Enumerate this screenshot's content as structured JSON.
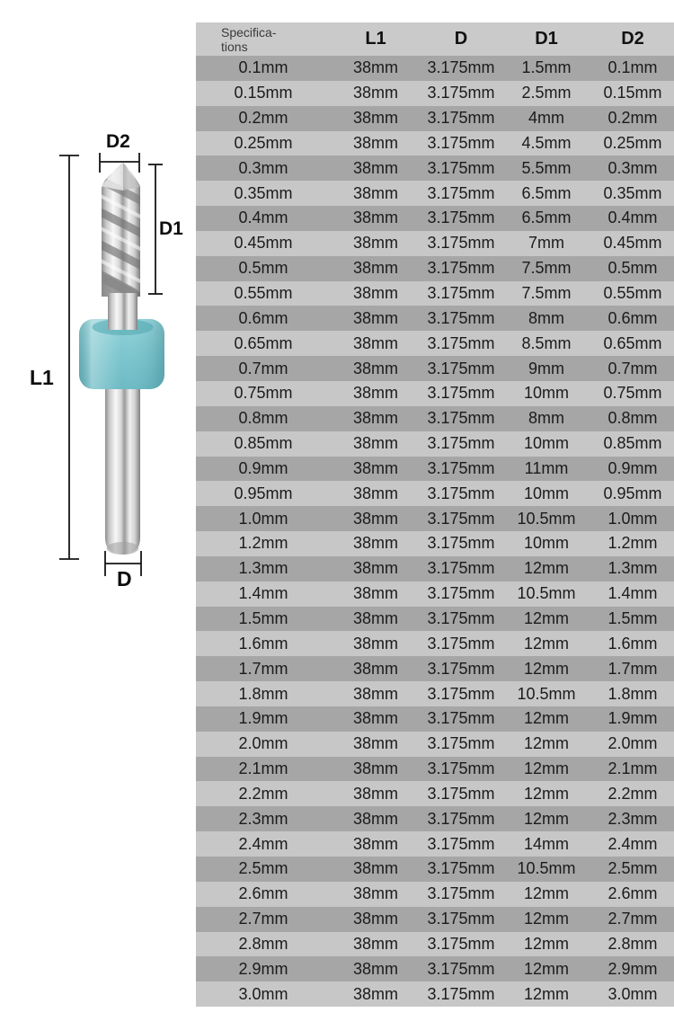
{
  "figure": {
    "labels": {
      "d2": "D2",
      "d1": "D1",
      "l1": "L1",
      "d": "D"
    },
    "ring_color": "#7cc4cd"
  },
  "table": {
    "header": {
      "spec_line1": "Specifica-",
      "spec_line2": "tions",
      "l1": "L1",
      "d": "D",
      "d1": "D1",
      "d2": "D2"
    },
    "colors": {
      "dark_row": "#a6a6a6",
      "light_row": "#c7c7c7",
      "header_bg": "#cacaca",
      "text": "#1b1b1b"
    },
    "rows": [
      {
        "spec": "0.1mm",
        "l1": "38mm",
        "d": "3.175mm",
        "d1": "1.5mm",
        "d2": "0.1mm"
      },
      {
        "spec": "0.15mm",
        "l1": "38mm",
        "d": "3.175mm",
        "d1": "2.5mm",
        "d2": "0.15mm"
      },
      {
        "spec": "0.2mm",
        "l1": "38mm",
        "d": "3.175mm",
        "d1": "4mm",
        "d2": "0.2mm"
      },
      {
        "spec": "0.25mm",
        "l1": "38mm",
        "d": "3.175mm",
        "d1": "4.5mm",
        "d2": "0.25mm"
      },
      {
        "spec": "0.3mm",
        "l1": "38mm",
        "d": "3.175mm",
        "d1": "5.5mm",
        "d2": "0.3mm"
      },
      {
        "spec": "0.35mm",
        "l1": "38mm",
        "d": "3.175mm",
        "d1": "6.5mm",
        "d2": "0.35mm"
      },
      {
        "spec": "0.4mm",
        "l1": "38mm",
        "d": "3.175mm",
        "d1": "6.5mm",
        "d2": "0.4mm"
      },
      {
        "spec": "0.45mm",
        "l1": "38mm",
        "d": "3.175mm",
        "d1": "7mm",
        "d2": "0.45mm"
      },
      {
        "spec": "0.5mm",
        "l1": "38mm",
        "d": "3.175mm",
        "d1": "7.5mm",
        "d2": "0.5mm"
      },
      {
        "spec": "0.55mm",
        "l1": "38mm",
        "d": "3.175mm",
        "d1": "7.5mm",
        "d2": "0.55mm"
      },
      {
        "spec": "0.6mm",
        "l1": "38mm",
        "d": "3.175mm",
        "d1": "8mm",
        "d2": "0.6mm"
      },
      {
        "spec": "0.65mm",
        "l1": "38mm",
        "d": "3.175mm",
        "d1": "8.5mm",
        "d2": "0.65mm"
      },
      {
        "spec": "0.7mm",
        "l1": "38mm",
        "d": "3.175mm",
        "d1": "9mm",
        "d2": "0.7mm"
      },
      {
        "spec": "0.75mm",
        "l1": "38mm",
        "d": "3.175mm",
        "d1": "10mm",
        "d2": "0.75mm"
      },
      {
        "spec": "0.8mm",
        "l1": "38mm",
        "d": "3.175mm",
        "d1": "8mm",
        "d2": "0.8mm"
      },
      {
        "spec": "0.85mm",
        "l1": "38mm",
        "d": "3.175mm",
        "d1": "10mm",
        "d2": "0.85mm"
      },
      {
        "spec": "0.9mm",
        "l1": "38mm",
        "d": "3.175mm",
        "d1": "11mm",
        "d2": "0.9mm"
      },
      {
        "spec": "0.95mm",
        "l1": "38mm",
        "d": "3.175mm",
        "d1": "10mm",
        "d2": "0.95mm"
      },
      {
        "spec": "1.0mm",
        "l1": "38mm",
        "d": "3.175mm",
        "d1": "10.5mm",
        "d2": "1.0mm"
      },
      {
        "spec": "1.2mm",
        "l1": "38mm",
        "d": "3.175mm",
        "d1": "10mm",
        "d2": "1.2mm"
      },
      {
        "spec": "1.3mm",
        "l1": "38mm",
        "d": "3.175mm",
        "d1": "12mm",
        "d2": "1.3mm"
      },
      {
        "spec": "1.4mm",
        "l1": "38mm",
        "d": "3.175mm",
        "d1": "10.5mm",
        "d2": "1.4mm"
      },
      {
        "spec": "1.5mm",
        "l1": "38mm",
        "d": "3.175mm",
        "d1": "12mm",
        "d2": "1.5mm"
      },
      {
        "spec": "1.6mm",
        "l1": "38mm",
        "d": "3.175mm",
        "d1": "12mm",
        "d2": "1.6mm"
      },
      {
        "spec": "1.7mm",
        "l1": "38mm",
        "d": "3.175mm",
        "d1": "12mm",
        "d2": "1.7mm"
      },
      {
        "spec": "1.8mm",
        "l1": "38mm",
        "d": "3.175mm",
        "d1": "10.5mm",
        "d2": "1.8mm"
      },
      {
        "spec": "1.9mm",
        "l1": "38mm",
        "d": "3.175mm",
        "d1": "12mm",
        "d2": "1.9mm"
      },
      {
        "spec": "2.0mm",
        "l1": "38mm",
        "d": "3.175mm",
        "d1": "12mm",
        "d2": "2.0mm"
      },
      {
        "spec": "2.1mm",
        "l1": "38mm",
        "d": "3.175mm",
        "d1": "12mm",
        "d2": "2.1mm"
      },
      {
        "spec": "2.2mm",
        "l1": "38mm",
        "d": "3.175mm",
        "d1": "12mm",
        "d2": "2.2mm"
      },
      {
        "spec": "2.3mm",
        "l1": "38mm",
        "d": "3.175mm",
        "d1": "12mm",
        "d2": "2.3mm"
      },
      {
        "spec": "2.4mm",
        "l1": "38mm",
        "d": "3.175mm",
        "d1": "14mm",
        "d2": "2.4mm"
      },
      {
        "spec": "2.5mm",
        "l1": "38mm",
        "d": "3.175mm",
        "d1": "10.5mm",
        "d2": "2.5mm"
      },
      {
        "spec": "2.6mm",
        "l1": "38mm",
        "d": "3.175mm",
        "d1": "12mm",
        "d2": "2.6mm"
      },
      {
        "spec": "2.7mm",
        "l1": "38mm",
        "d": "3.175mm",
        "d1": "12mm",
        "d2": "2.7mm"
      },
      {
        "spec": "2.8mm",
        "l1": "38mm",
        "d": "3.175mm",
        "d1": "12mm",
        "d2": "2.8mm"
      },
      {
        "spec": "2.9mm",
        "l1": "38mm",
        "d": "3.175mm",
        "d1": "12mm",
        "d2": "2.9mm"
      },
      {
        "spec": "3.0mm",
        "l1": "38mm",
        "d": "3.175mm",
        "d1": "12mm",
        "d2": "3.0mm"
      }
    ]
  }
}
